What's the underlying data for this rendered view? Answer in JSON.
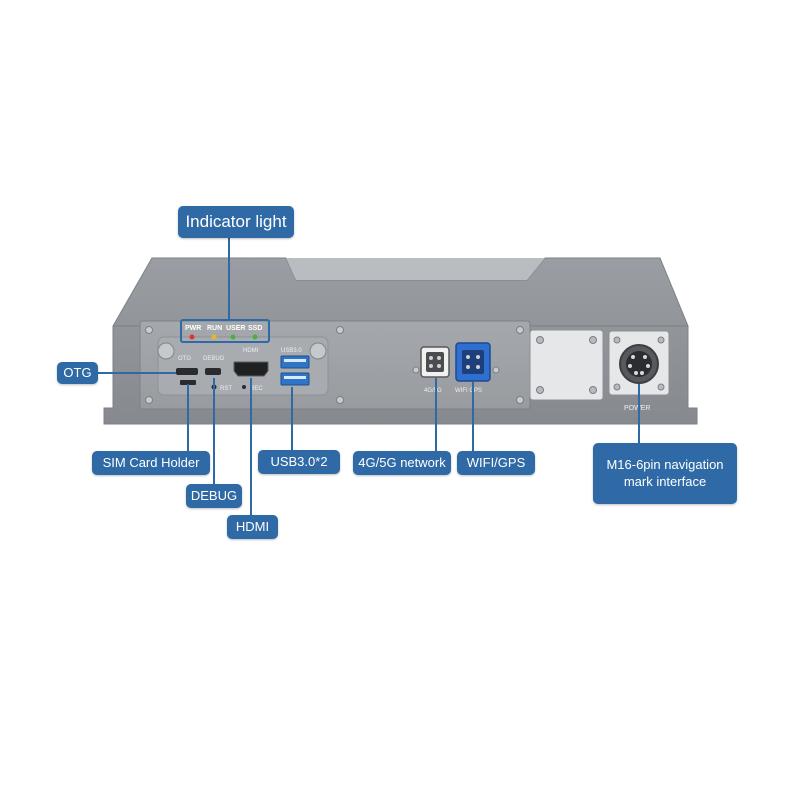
{
  "callouts": {
    "indicator_light": "Indicator light",
    "otg": "OTG",
    "sim_card_holder": "SIM Card Holder",
    "debug": "DEBUG",
    "hdmi": "HDMI",
    "usb": "USB3.0*2",
    "network": "4G/5G network",
    "wifi_gps": "WIFI/GPS",
    "m16": "M16-6pin navigation mark interface"
  },
  "panel_labels": {
    "pwr": "PWR",
    "run": "RUN",
    "user": "USER",
    "ssd": "SSD",
    "otg": "OTG",
    "debug": "DEBUG",
    "hdmi": "HDMI",
    "usb": "USB3.0",
    "rst": "RST",
    "rec": "REC",
    "net": "4G/5G",
    "wifi_gps": "WIFI GPS",
    "power": "POWER"
  },
  "colors": {
    "callout": "#2f6aa6",
    "line": "#2f6aa6",
    "chassis": "#8f9398",
    "panel": "#9ea1a5",
    "usb_port": "#2e74c9",
    "led_pwr": "#e0352b",
    "led_run": "#e8b820",
    "led_user": "#4caf3e",
    "led_ssd": "#4caf3e"
  }
}
